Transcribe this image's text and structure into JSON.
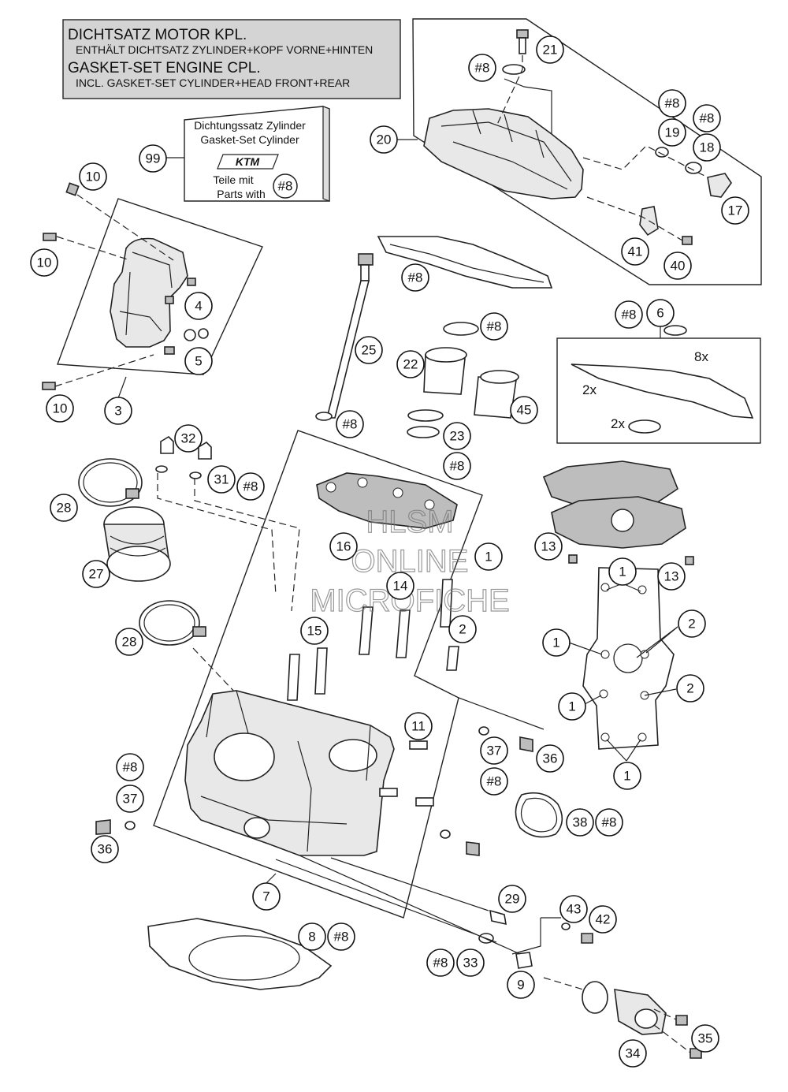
{
  "header_box": {
    "line1": "DICHTSATZ MOTOR KPL.",
    "line2": "ENTHÄLT DICHTSATZ ZYLINDER+KOPF VORNE+HINTEN",
    "line3": "GASKET-SET ENGINE CPL.",
    "line4": "INCL. GASKET-SET CYLINDER+HEAD FRONT+REAR"
  },
  "kit_box": {
    "line1": "Dichtungssatz Zylinder",
    "line2": "Gasket-Set Cylinder",
    "logo": "KTM",
    "line3": "Teile mit",
    "line4": "Parts with",
    "ref": "#8"
  },
  "watermark": {
    "line1": "HLSM",
    "line2": "ONLINE",
    "line3": "MICROFICHE"
  },
  "qty_labels": {
    "q1": "8x",
    "q2": "2x",
    "q3": "2x"
  },
  "callouts": {
    "c99": "99",
    "c10a": "10",
    "c10b": "10",
    "c10c": "10",
    "c4": "4",
    "c5": "5",
    "c3": "3",
    "c21": "21",
    "c8a": "#8",
    "c20": "20",
    "c8b": "#8",
    "c19": "19",
    "c8c": "#8",
    "c18": "18",
    "c17": "17",
    "c41": "41",
    "c40": "40",
    "c8d": "#8",
    "c25": "25",
    "c8e": "#8",
    "c22": "22",
    "c45": "45",
    "c23": "23",
    "c8f": "#8",
    "c8g": "#8",
    "c8h": "#8",
    "c6": "6",
    "c32": "32",
    "c31": "31",
    "c8i": "#8",
    "c28a": "28",
    "c27": "27",
    "c28b": "28",
    "c16": "16",
    "c1a": "1",
    "c14": "14",
    "c15": "15",
    "c2a": "2",
    "c13a": "13",
    "c13b": "13",
    "c1b": "1",
    "c2b": "2",
    "c1c": "1",
    "c2c": "2",
    "c1d": "1",
    "c1e": "1",
    "c11": "11",
    "c37a": "37",
    "c36a": "36",
    "c8j": "#8",
    "c38": "38",
    "c8k": "#8",
    "c8l": "#8",
    "c37b": "37",
    "c36b": "36",
    "c7": "7",
    "c29": "29",
    "c43": "43",
    "c42": "42",
    "c8": "8",
    "c8m": "#8",
    "c8n": "#8",
    "c33": "33",
    "c9": "9",
    "c35": "35",
    "c34": "34"
  }
}
